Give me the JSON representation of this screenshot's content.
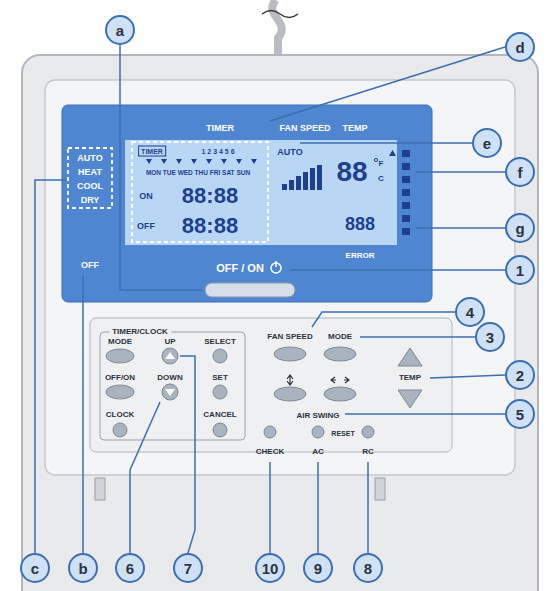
{
  "diagram": {
    "nodes": [
      {
        "text": [
          "a"
        ]
      },
      {
        "text": [
          "d"
        ]
      },
      {
        "text": [
          "e"
        ]
      },
      {
        "text": [
          "f"
        ]
      },
      {
        "text": [
          "g"
        ]
      },
      {
        "text": [
          "1"
        ]
      },
      {
        "text": [
          "4"
        ]
      },
      {
        "text": [
          "3"
        ]
      },
      {
        "text": [
          "2"
        ]
      },
      {
        "text": [
          "5"
        ]
      },
      {
        "text": [
          "c"
        ]
      },
      {
        "text": [
          "b"
        ]
      },
      {
        "text": [
          "6"
        ]
      },
      {
        "text": [
          "7"
        ]
      },
      {
        "text": [
          "10"
        ]
      },
      {
        "text": [
          "9"
        ]
      },
      {
        "text": [
          "8"
        ]
      }
    ],
    "labels": [
      "TIMER",
      "FAN SPEED",
      "TEMP",
      "AUTO",
      "HEAT",
      "COOL",
      "DRY",
      "OFF",
      "TIMER",
      "1 2 3 4 5 6",
      "MON TUE WED THU FRI SAT SUN",
      "ON",
      "88:88",
      "OFF",
      "88:88",
      "AUTO",
      "88",
      "F",
      "C",
      "888",
      "ERROR",
      "OFF / ON",
      "TIMER/CLOCK",
      "MODE",
      "UP",
      "SELECT",
      "OFF/ON",
      "DOWN",
      "SET",
      "CLOCK",
      "CANCEL",
      "FAN SPEED",
      "MODE",
      "TEMP",
      "AIR SWING",
      "CHECK",
      "AC",
      "RESET",
      "RC"
    ]
  }
}
